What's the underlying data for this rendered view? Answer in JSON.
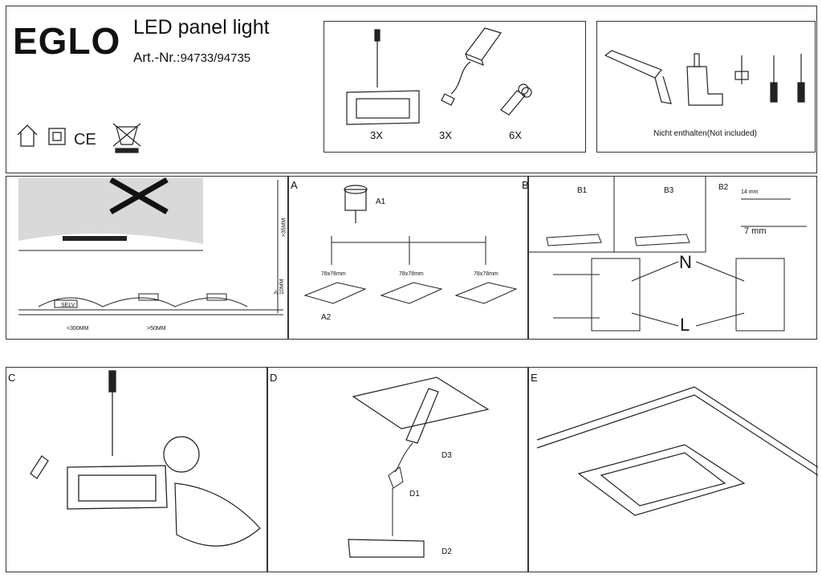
{
  "header": {
    "brand": "EGLO",
    "product_title": "LED panel light",
    "art_prefix": "Art.-Nr.:",
    "art_numbers": "94733/94735"
  },
  "included": {
    "panel_qty": "3X",
    "driver_qty": "3X",
    "connector_qty": "6X"
  },
  "not_included": {
    "caption": "Nicht enthalten(Not included)"
  },
  "step_overview": {
    "depth_label": ">35MM",
    "depth_label2": "3-10MM",
    "driver_label": "SELV",
    "spacing1": "<300MM",
    "spacing2": ">50MM"
  },
  "step_a": {
    "letter": "A",
    "a1": "A1",
    "a2": "A2",
    "cut_size": "78x78mm"
  },
  "step_b": {
    "letter": "B",
    "b1": "B1",
    "b2": "B2",
    "b3": "B3",
    "strip1": "14 mm",
    "strip2": "7 mm",
    "neutral": "N",
    "live": "L"
  },
  "step_c": {
    "letter": "C"
  },
  "step_d": {
    "letter": "D",
    "d1": "D1",
    "d2": "D2",
    "d3": "D3"
  },
  "step_e": {
    "letter": "E"
  }
}
